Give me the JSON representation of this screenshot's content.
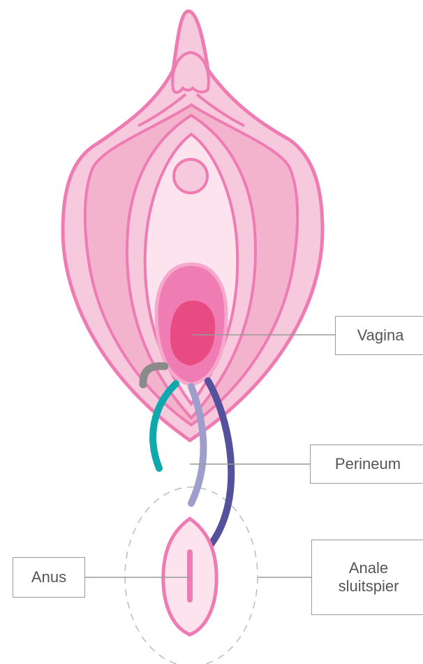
{
  "labels": {
    "vagina": "Vagina",
    "perineum": "Perineum",
    "anal_sphincter_line1": "Anale",
    "anal_sphincter_line2": "sluitspier",
    "anus": "Anus"
  },
  "colors": {
    "outer_fill": "#f6c9dc",
    "outline": "#ee7cb3",
    "labia_majora": "#f3b3cd",
    "vestibule": "#fde3ee",
    "vaginal_outer": "#f07cb4",
    "vaginal_inner": "#e84b82",
    "muscle_gray": "#8a8a8a",
    "muscle_teal": "#0fa9ad",
    "muscle_lavender": "#9f9dcb",
    "muscle_indigo": "#56519d",
    "leader": "#9a9a9a",
    "dashed_circle": "#bcbcbc"
  }
}
